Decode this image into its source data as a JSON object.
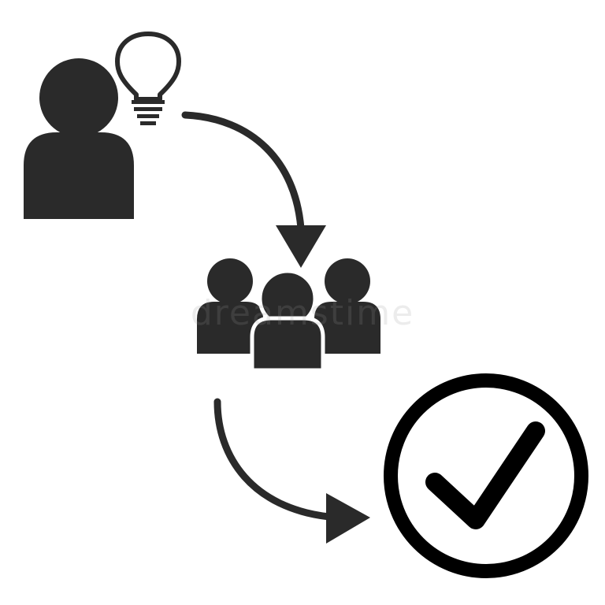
{
  "diagram": {
    "colors": {
      "background": "#ffffff",
      "icon": "#2a2a2a",
      "check": "#000000"
    },
    "nodes": [
      {
        "id": "idea",
        "icon": "person-with-lightbulb-icon"
      },
      {
        "id": "team",
        "icon": "group-of-people-icon"
      },
      {
        "id": "approved",
        "icon": "check-circle-icon"
      }
    ],
    "edges": [
      {
        "from": "idea",
        "to": "team",
        "icon": "curved-arrow-icon"
      },
      {
        "from": "team",
        "to": "approved",
        "icon": "curved-arrow-icon"
      }
    ],
    "watermark": "dreamstime"
  }
}
